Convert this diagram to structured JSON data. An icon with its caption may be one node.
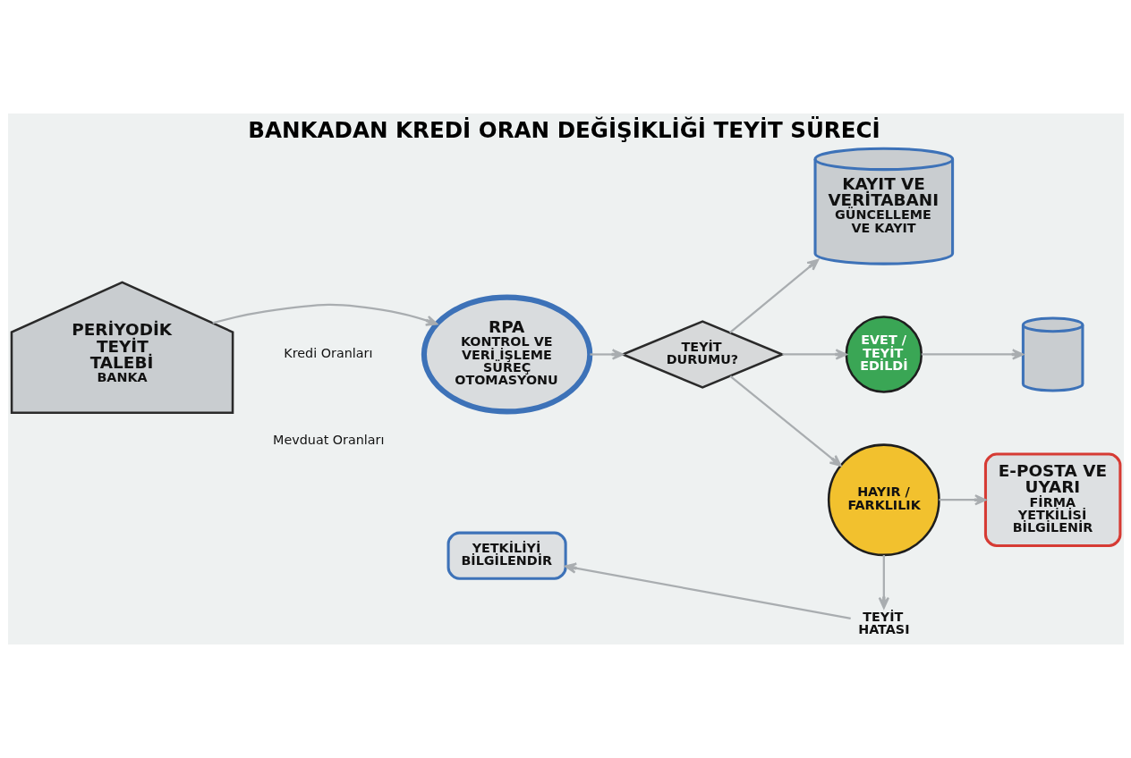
{
  "diagram": {
    "title": "BANKADAN KREDİ ORAN DEĞİŞİKLİĞİ TEYİT SÜRECİ",
    "nodes": [
      {
        "text": [
          "PERİYODİK TEYİT TALEBİ",
          "BANKA"
        ]
      },
      {
        "text": [
          "RPA",
          "KONTROL VE VERİ İŞLEME",
          "SÜREÇ OTOMASYONU"
        ]
      },
      {
        "text": [
          "TEYİT DURUMU?"
        ]
      },
      {
        "text": [
          "KAYIT VE VERİTABANI",
          "GÜNCELLEME VE KAYIT"
        ]
      },
      {
        "text": [
          "EVET / TEYİT EDİLDİ"
        ]
      },
      {
        "text": [],
        "shape": "cylinder"
      },
      {
        "text": [
          "HAYIR / FARKLILIK"
        ]
      },
      {
        "text": [
          "TEYİT HATASI"
        ]
      },
      {
        "text": [
          "E-POSTA VE UYARI",
          "FİRMA YETKİLİSİ BİLGİLENİR"
        ]
      },
      {
        "text": [
          "YETKİLİYİ BİLGİLENDİR"
        ]
      }
    ],
    "edges": [
      {
        "from": 0,
        "to": 1,
        "arrow": "to"
      },
      {
        "from": 1,
        "to": 2,
        "arrow": "to"
      },
      {
        "from": 2,
        "to": 3,
        "arrow": "to"
      },
      {
        "from": 2,
        "to": 4,
        "arrow": "to"
      },
      {
        "from": 4,
        "to": 5,
        "arrow": "to"
      },
      {
        "from": 2,
        "to": 6,
        "arrow": "to"
      },
      {
        "from": 6,
        "to": 7,
        "arrow": "to"
      },
      {
        "from": 6,
        "to": 8,
        "arrow": "to"
      },
      {
        "from": 7,
        "to": 9,
        "arrow": "to"
      }
    ],
    "labels": [
      "Kredi Oranları",
      "Mevduat Oranları"
    ]
  }
}
